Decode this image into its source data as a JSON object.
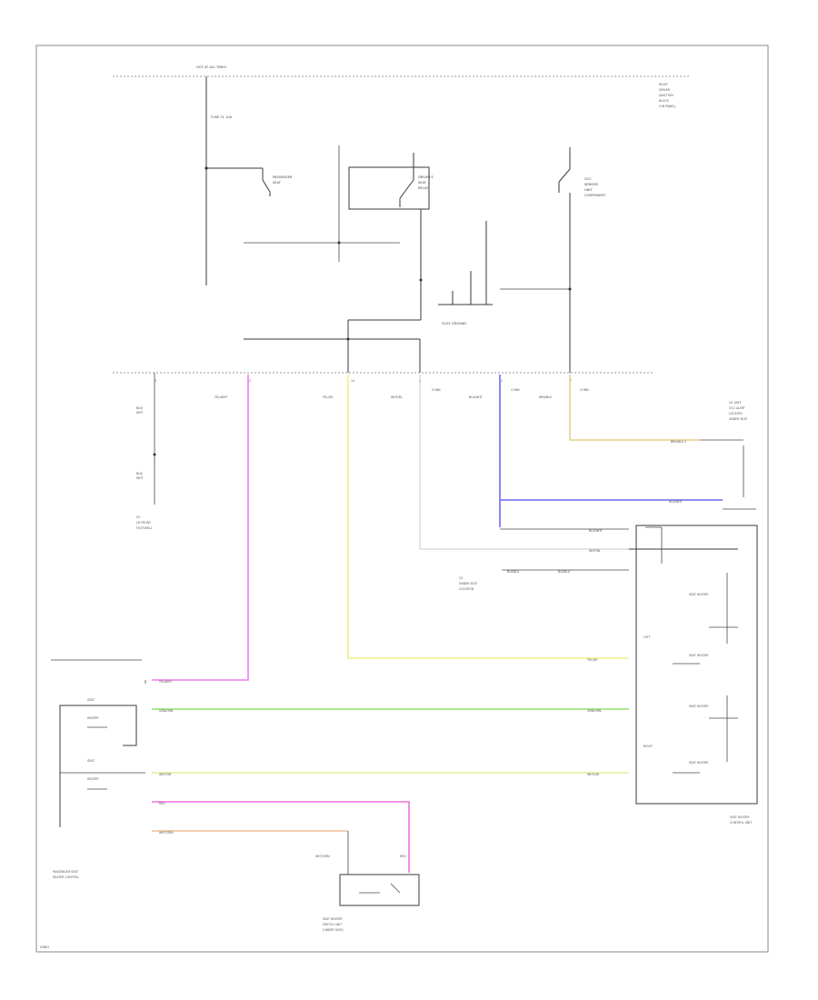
{
  "top_bus": {
    "label": "HOT AT ALL TIMES",
    "fuse": "FUSE 21 10A"
  },
  "top_right_note": [
    "RIGHT",
    "DRIVER",
    "JUNCTION",
    "BLOCK",
    "(ON PANEL)"
  ],
  "switches": {
    "left": [
      "PASSENGER",
      "SEAT"
    ],
    "center": [
      "DRIVER'S",
      "SEAT",
      "RELAY"
    ],
    "right": [
      "OCC",
      "SENSOR",
      "UNIT",
      "COMPONENT"
    ]
  },
  "ground_label": "G102 GROUND",
  "bus_pins": [
    "3",
    "12",
    "14",
    "8",
    "2",
    "7"
  ],
  "bus_wire_names": [
    "YEL/WHT",
    "YEL/GR",
    "WHT/BL",
    "BLU/WHT",
    "BRN/BLK"
  ],
  "bus_mid_tags": [
    "CONN",
    "CONN",
    "CONN"
  ],
  "left_stack": [
    "BLK/",
    "WHT",
    "BLK/",
    "WHT"
  ],
  "left_ground_caption": [
    "G1",
    "LH FRONT",
    "FOOTWELL"
  ],
  "right_connector": {
    "top": [
      "OC UNIT",
      "OCC ALERT",
      "LOCATED",
      "UNDER SEAT"
    ],
    "pin": "BRN/BLK  3",
    "blue_label": "BLU/WHT"
  },
  "center_connector_tags": [
    "BLU/WHT",
    "WHT/BL",
    "BLK/BLU"
  ],
  "center_connector_caption": [
    "G1",
    "UNDER SEAT",
    "LOCATION"
  ],
  "right_module": {
    "side_labels": [
      "LEFT",
      "RIGHT"
    ],
    "blocks": [
      "SEAT HEATER",
      "SEAT HEATER",
      "SEAT HEATER",
      "SEAT HEATER"
    ],
    "caption": [
      "SEAT HEATER",
      "CONTROL UNIT"
    ]
  },
  "bottom_wire_labels": {
    "pink": "YEL/WHT",
    "yellow_right": "YEL/GR",
    "green": "GRN/ORN",
    "lime": "WHT/GR",
    "magenta": "RED",
    "orange": "WHT/ORN"
  },
  "left_module": {
    "tags": [
      "SEAT",
      "HEATER",
      "SEAT",
      "HEATER"
    ],
    "caption": [
      "PASSENGER SEAT",
      "HEATER CONTROL"
    ]
  },
  "bottom_switch": {
    "tags": [
      "WHT/ORN",
      "RED"
    ],
    "caption": [
      "SEAT HEATER",
      "SWITCH UNIT",
      "(UNDER SEAT)"
    ]
  },
  "corner_tag": "Z3881",
  "colors": {
    "pink": "#f07ae8",
    "blue": "#6b6cf0",
    "tan": "#e6cf8c",
    "yellow": "#f0ec8a",
    "green": "#8fe36e",
    "lime": "#e3ee9a",
    "magenta": "#ef70e4",
    "orange": "#efbf96",
    "light_gray": "#c8c8c8"
  }
}
